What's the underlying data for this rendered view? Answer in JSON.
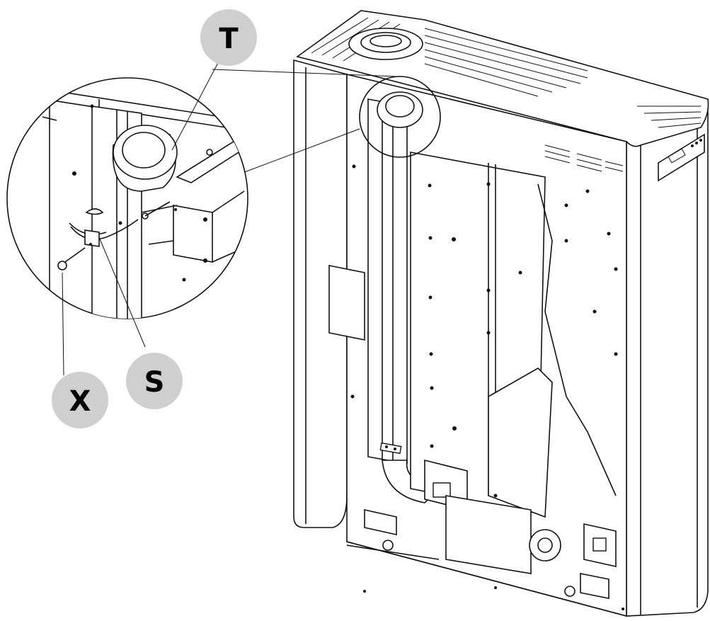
{
  "figure": {
    "description_kind": "technical-assembly-illustration",
    "callouts": [
      {
        "id": "T",
        "label": "T",
        "color": "#cfcfcf"
      },
      {
        "id": "S",
        "label": "S",
        "color": "#cfcfcf"
      },
      {
        "id": "X",
        "label": "X",
        "color": "#cfcfcf"
      }
    ],
    "line_color": "#111111",
    "background": "#ffffff"
  }
}
